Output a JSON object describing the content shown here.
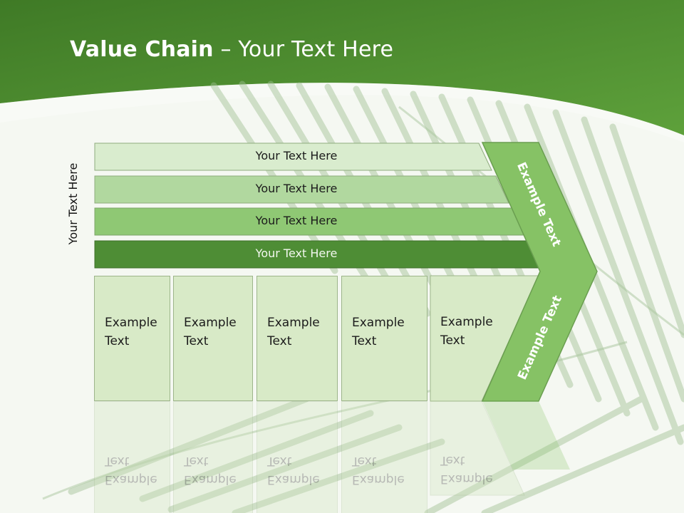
{
  "slide": {
    "title_bold": "Value Chain",
    "title_rest": " – Your Text Here",
    "side_label": "Your Text Here"
  },
  "bars": [
    {
      "label": "Your Text Here",
      "fill": "#d9ecce"
    },
    {
      "label": "Your Text Here",
      "fill": "#b1d89f"
    },
    {
      "label": "Your Text Here",
      "fill": "#8fc874"
    },
    {
      "label": "Your Text Here",
      "fill": "#4e8d35"
    }
  ],
  "cells": [
    {
      "line1": "Example",
      "line2": "Text"
    },
    {
      "line1": "Example",
      "line2": "Text"
    },
    {
      "line1": "Example",
      "line2": "Text"
    },
    {
      "line1": "Example",
      "line2": "Text"
    },
    {
      "line1": "Example",
      "line2": "Text"
    }
  ],
  "chevron": {
    "upper_label": "Example Text",
    "lower_label": "Example Text",
    "fill": "#86c265"
  },
  "colors": {
    "header_green": "#4f8f32",
    "header_green_light": "#5fa23c",
    "cell_fill": "#d8eac7"
  }
}
